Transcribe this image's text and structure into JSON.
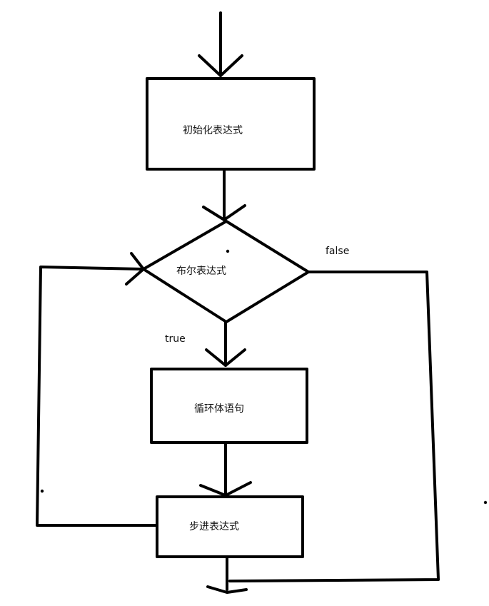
{
  "diagram": {
    "nodes": {
      "init": {
        "label": "初始化表达式",
        "shape": "rectangle"
      },
      "condition": {
        "label": "布尔表达式",
        "shape": "diamond"
      },
      "body": {
        "label": "循环体语句",
        "shape": "rectangle"
      },
      "step": {
        "label": "步进表达式",
        "shape": "rectangle"
      }
    },
    "edges": {
      "true_label": "true",
      "false_label": "false"
    },
    "colors": {
      "stroke": "#000000",
      "background": "#ffffff"
    }
  }
}
